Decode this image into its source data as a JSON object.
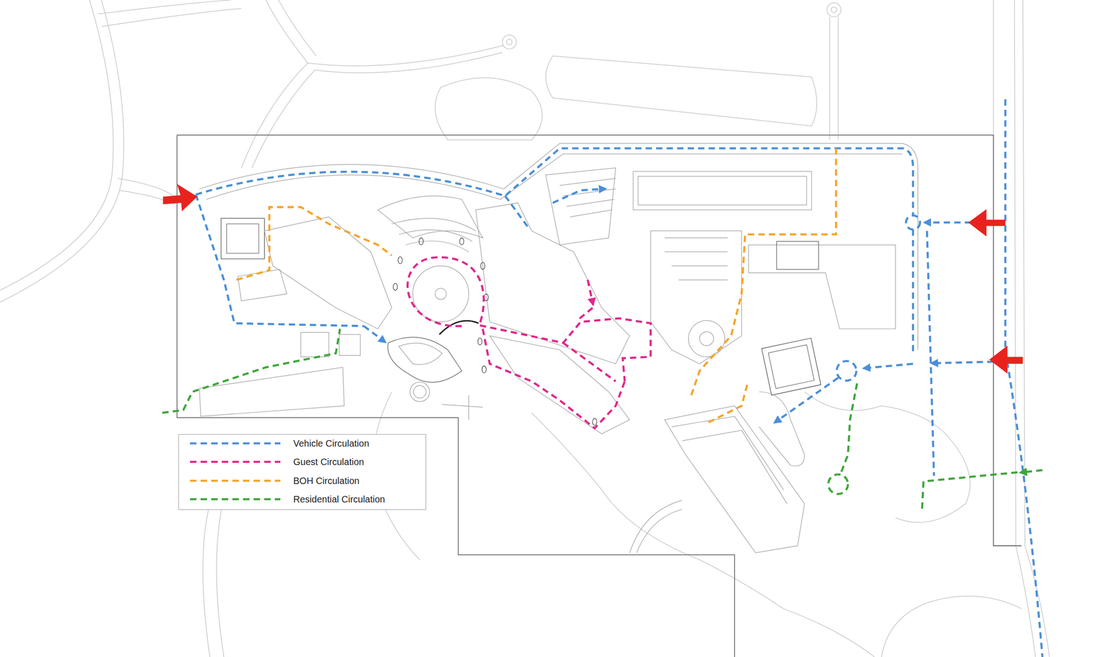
{
  "diagram": {
    "legend": [
      {
        "text": "Vehicle Circulation",
        "color": "#4a8fd8"
      },
      {
        "text": "Guest Circulation",
        "color": "#e2268c"
      },
      {
        "text": "BOH Circulation",
        "color": "#f4a52c"
      },
      {
        "text": "Residential Circulation",
        "color": "#3fa63a"
      }
    ]
  }
}
